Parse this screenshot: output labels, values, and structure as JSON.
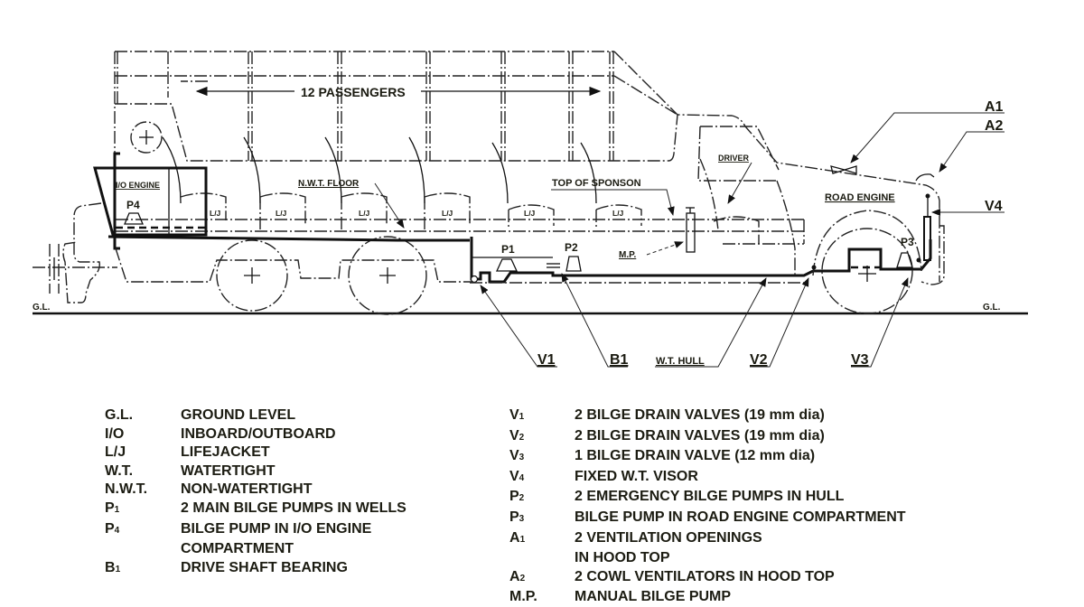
{
  "diagram": {
    "labels": {
      "passengers": "12 PASSENGERS",
      "io_engine": "I/O ENGINE",
      "p4": "P4",
      "nwt_floor": "N.W.T. FLOOR",
      "lj": "L/J",
      "top_of_sponson": "TOP OF  SPONSON",
      "driver": "DRIVER",
      "road_engine": "ROAD ENGINE",
      "p1": "P1",
      "p2": "P2",
      "p3": "P3",
      "mp": "M.P.",
      "a1": "A1",
      "a2": "A2",
      "v4": "V4",
      "v1": "V1",
      "b1": "B1",
      "wt_hull": "W.T. HULL",
      "v2": "V2",
      "v3": "V3",
      "gl_left": "G.L.",
      "gl_right": "G.L."
    }
  },
  "legend": {
    "left": [
      {
        "abbr": "G.L.",
        "sub": "",
        "desc": "GROUND LEVEL"
      },
      {
        "abbr": "I/O",
        "sub": "",
        "desc": "INBOARD/OUTBOARD"
      },
      {
        "abbr": "L/J",
        "sub": "",
        "desc": "LIFEJACKET"
      },
      {
        "abbr": "W.T.",
        "sub": "",
        "desc": "WATERTIGHT"
      },
      {
        "abbr": "N.W.T.",
        "sub": "",
        "desc": "NON-WATERTIGHT"
      },
      {
        "abbr": "P",
        "sub": "1",
        "desc": "2 MAIN BILGE PUMPS IN WELLS"
      },
      {
        "abbr": "P",
        "sub": "4",
        "desc": "BILGE PUMP IN I/O ENGINE"
      },
      {
        "abbr": "",
        "sub": "",
        "desc": "COMPARTMENT"
      },
      {
        "abbr": "B",
        "sub": "1",
        "desc": "DRIVE SHAFT BEARING"
      }
    ],
    "right": [
      {
        "abbr": "V",
        "sub": "1",
        "desc": "2 BILGE DRAIN VALVES (19 mm dia)"
      },
      {
        "abbr": "V",
        "sub": "2",
        "desc": "2 BILGE DRAIN VALVES (19 mm dia)"
      },
      {
        "abbr": "V",
        "sub": "3",
        "desc": "1 BILGE DRAIN VALVE (12 mm dia)"
      },
      {
        "abbr": "V",
        "sub": "4",
        "desc": "FIXED  W.T. VISOR"
      },
      {
        "abbr": "P",
        "sub": "2",
        "desc": "2 EMERGENCY BILGE PUMPS IN HULL"
      },
      {
        "abbr": "P",
        "sub": "3",
        "desc": "BILGE PUMP IN ROAD ENGINE COMPARTMENT"
      },
      {
        "abbr": "A",
        "sub": "1",
        "desc": "2 VENTILATION OPENINGS"
      },
      {
        "abbr": "",
        "sub": "",
        "desc": "IN HOOD TOP"
      },
      {
        "abbr": "A",
        "sub": "2",
        "desc": "2 COWL VENTILATORS IN HOOD TOP"
      },
      {
        "abbr": "M.P.",
        "sub": "",
        "desc": "MANUAL BILGE PUMP"
      }
    ]
  }
}
